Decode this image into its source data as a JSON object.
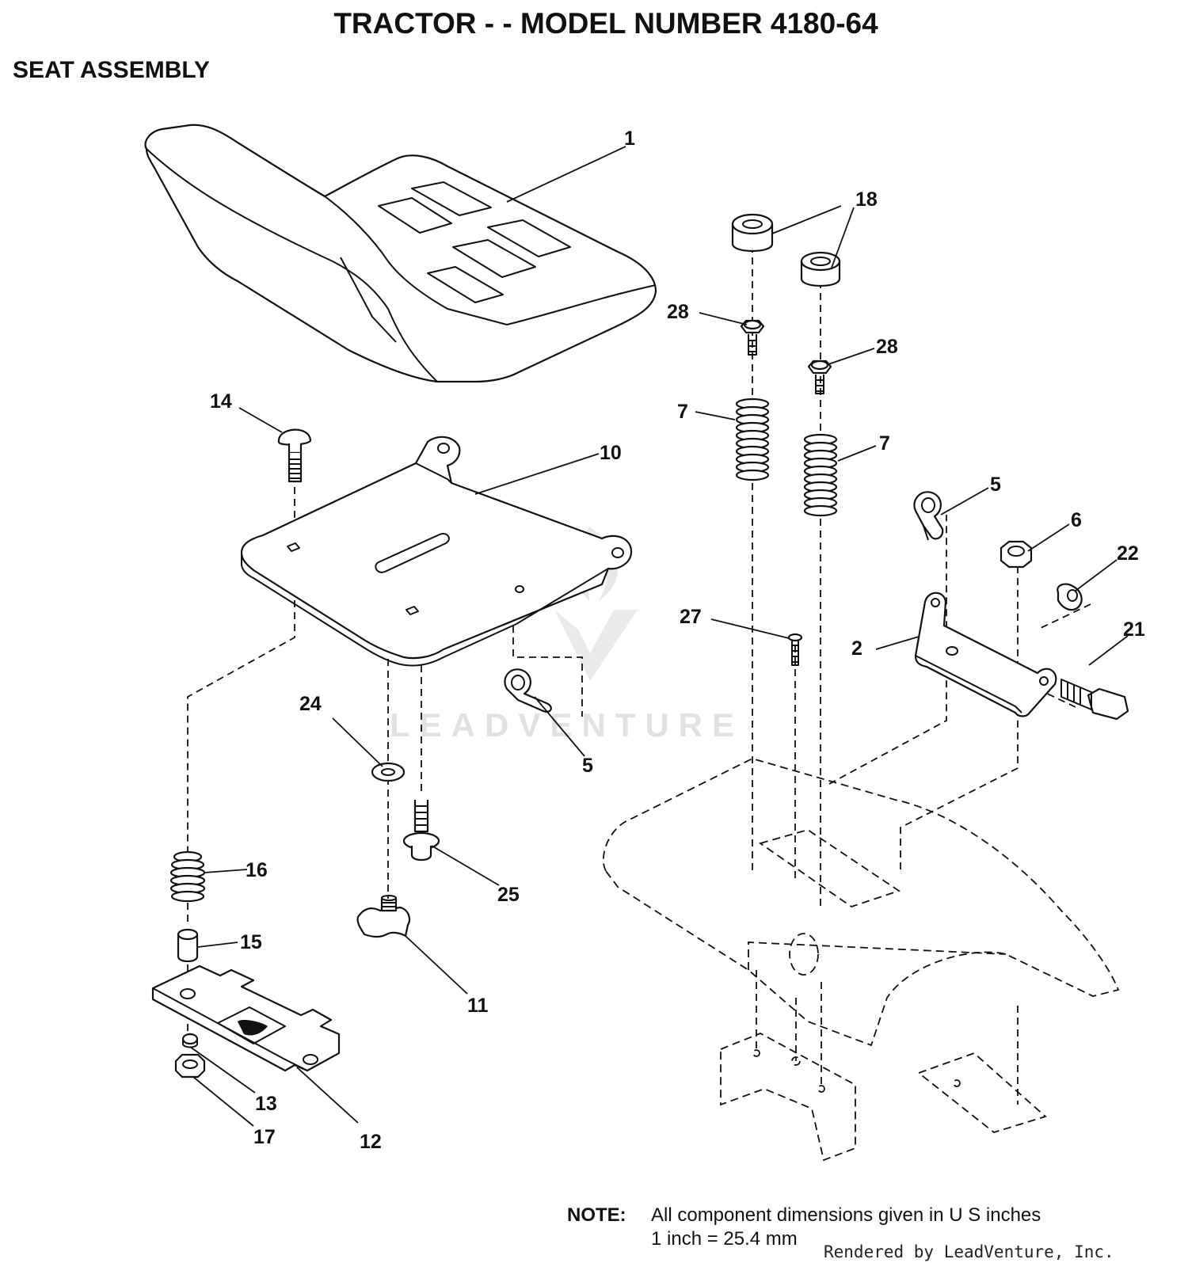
{
  "header": {
    "title": "TRACTOR - - MODEL NUMBER 4180-64",
    "subtitle": "SEAT ASSEMBLY"
  },
  "callouts": [
    {
      "id": "c1",
      "label": "1"
    },
    {
      "id": "c18",
      "label": "18"
    },
    {
      "id": "c28a",
      "label": "28"
    },
    {
      "id": "c28b",
      "label": "28"
    },
    {
      "id": "c7a",
      "label": "7"
    },
    {
      "id": "c7b",
      "label": "7"
    },
    {
      "id": "c14",
      "label": "14"
    },
    {
      "id": "c10",
      "label": "10"
    },
    {
      "id": "c5a",
      "label": "5"
    },
    {
      "id": "c6",
      "label": "6"
    },
    {
      "id": "c22",
      "label": "22"
    },
    {
      "id": "c27",
      "label": "27"
    },
    {
      "id": "c2",
      "label": "2"
    },
    {
      "id": "c21",
      "label": "21"
    },
    {
      "id": "c5b",
      "label": "5"
    },
    {
      "id": "c24",
      "label": "24"
    },
    {
      "id": "c16",
      "label": "16"
    },
    {
      "id": "c25",
      "label": "25"
    },
    {
      "id": "c15",
      "label": "15"
    },
    {
      "id": "c11",
      "label": "11"
    },
    {
      "id": "c13",
      "label": "13"
    },
    {
      "id": "c17",
      "label": "17"
    },
    {
      "id": "c12",
      "label": "12"
    }
  ],
  "note": {
    "label": "NOTE:",
    "line1": "All component dimensions given in U S  inches",
    "line2": "1 inch = 25.4 mm"
  },
  "watermark": "LEADVENTURE",
  "footer": {
    "rendered_by": "Rendered by LeadVenture, Inc."
  }
}
